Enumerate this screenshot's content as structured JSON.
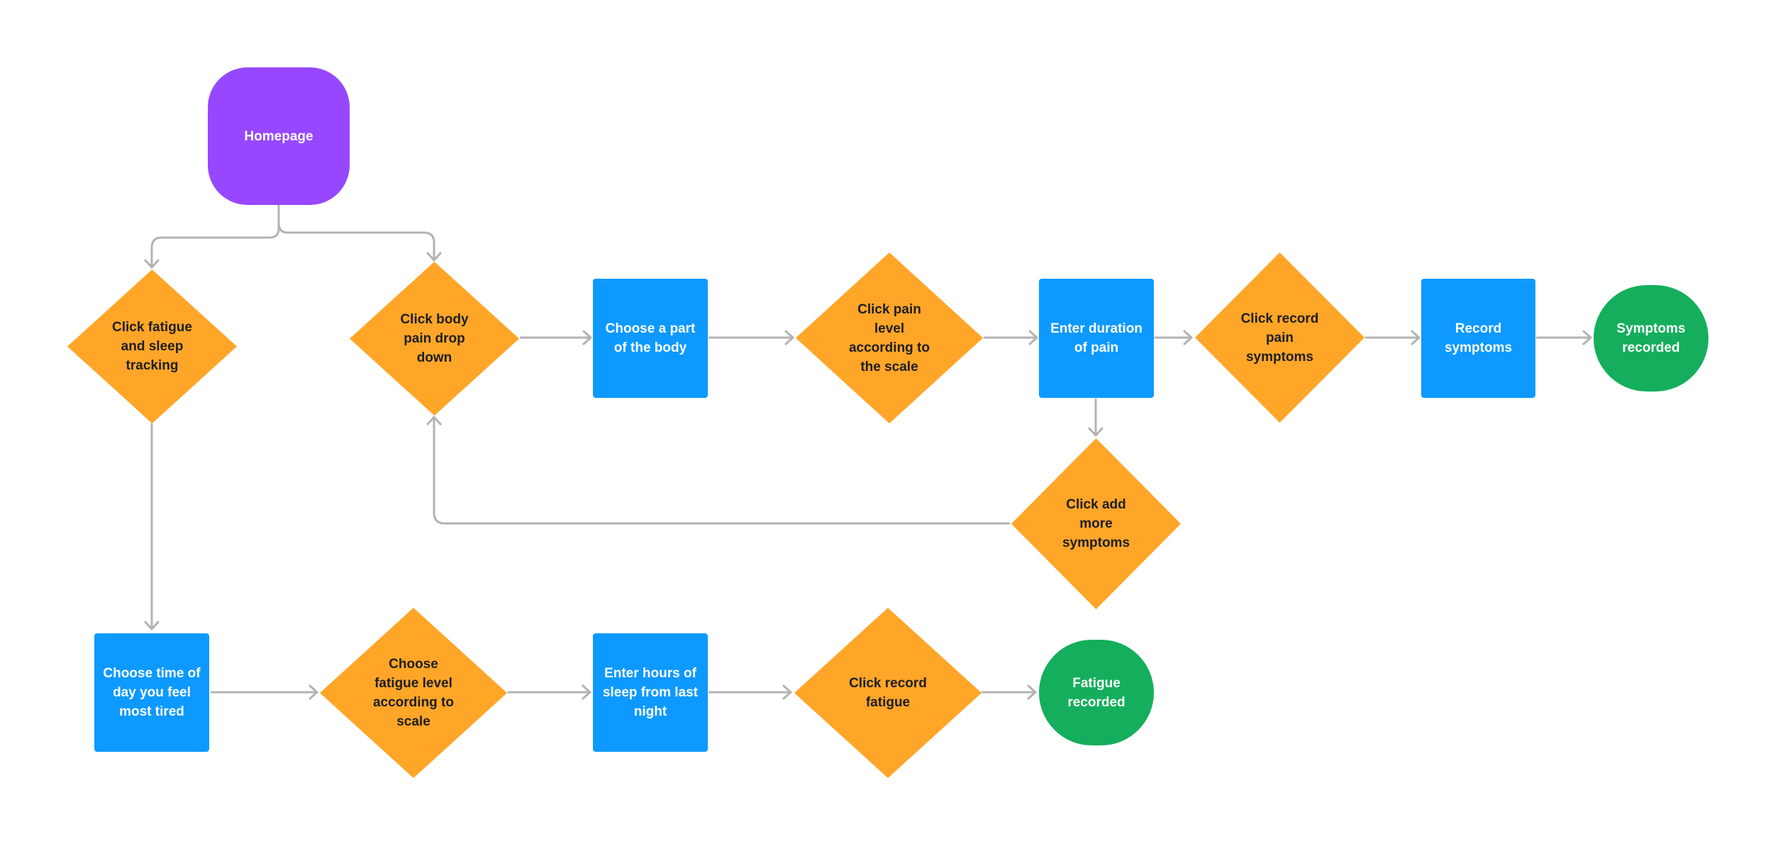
{
  "colors": {
    "start": "#9747ff",
    "process": "#0d99ff",
    "decision": "#ffa629",
    "end": "#14ae5c",
    "connector": "#b3b3b3"
  },
  "nodes": {
    "homepage": {
      "shape": "start",
      "label": "Homepage"
    },
    "click_fatigue": {
      "shape": "decision",
      "label": "Click fatigue\nand sleep\ntracking"
    },
    "click_body_pain": {
      "shape": "decision",
      "label": "Click body\npain drop\ndown"
    },
    "choose_body_part": {
      "shape": "process",
      "label": "Choose a part\nof the body"
    },
    "click_pain_level": {
      "shape": "decision",
      "label": "Click pain\nlevel\naccording to\nthe scale"
    },
    "enter_duration": {
      "shape": "process",
      "label": "Enter duration\nof pain"
    },
    "click_record_pain": {
      "shape": "decision",
      "label": "Click record\npain\nsymptoms"
    },
    "record_symptoms": {
      "shape": "process",
      "label": "Record\nsymptoms"
    },
    "symptoms_recorded": {
      "shape": "end",
      "label": "Symptoms\nrecorded"
    },
    "click_add_more": {
      "shape": "decision",
      "label": "Click add\nmore\nsymptoms"
    },
    "choose_time_of_day": {
      "shape": "process",
      "label": "Choose time of\nday you feel\nmost tired"
    },
    "choose_fatigue_level": {
      "shape": "decision",
      "label": "Choose\nfatigue level\naccording to\nscale"
    },
    "enter_sleep_hours": {
      "shape": "process",
      "label": "Enter hours of\nsleep from last\nnight"
    },
    "click_record_fatigue": {
      "shape": "decision",
      "label": "Click record\nfatigue"
    },
    "fatigue_recorded": {
      "shape": "end",
      "label": "Fatigue\nrecorded"
    }
  },
  "edges": [
    {
      "from": "homepage",
      "to": "click_fatigue"
    },
    {
      "from": "homepage",
      "to": "click_body_pain"
    },
    {
      "from": "click_body_pain",
      "to": "choose_body_part"
    },
    {
      "from": "choose_body_part",
      "to": "click_pain_level"
    },
    {
      "from": "click_pain_level",
      "to": "enter_duration"
    },
    {
      "from": "enter_duration",
      "to": "click_record_pain"
    },
    {
      "from": "click_record_pain",
      "to": "record_symptoms"
    },
    {
      "from": "record_symptoms",
      "to": "symptoms_recorded"
    },
    {
      "from": "enter_duration",
      "to": "click_add_more"
    },
    {
      "from": "click_add_more",
      "to": "click_body_pain"
    },
    {
      "from": "click_fatigue",
      "to": "choose_time_of_day"
    },
    {
      "from": "choose_time_of_day",
      "to": "choose_fatigue_level"
    },
    {
      "from": "choose_fatigue_level",
      "to": "enter_sleep_hours"
    },
    {
      "from": "enter_sleep_hours",
      "to": "click_record_fatigue"
    },
    {
      "from": "click_record_fatigue",
      "to": "fatigue_recorded"
    }
  ]
}
